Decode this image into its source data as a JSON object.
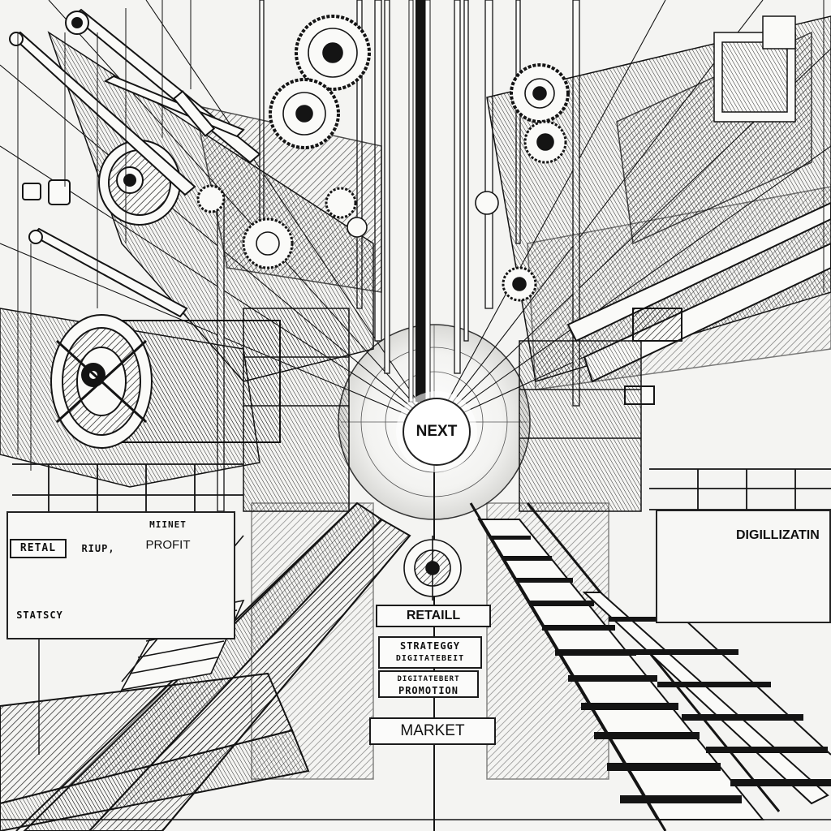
{
  "scene": {
    "description_tone": "monochrome pen-and-ink industrial machinery",
    "ink_color": "#141414",
    "paper_color": "#f4f4f2"
  },
  "center_hub": {
    "label": "NEXT"
  },
  "center_signs": {
    "retail": "RETAILL",
    "strategy": "STRATEGGY",
    "strategy_sub": "DIGITATEBEIT",
    "promotion_top": "DIGITATEBERT",
    "promotion": "PROMOTION",
    "market": "MARKET"
  },
  "left_panel": {
    "retail": "RETAL",
    "rui": "RIUP,",
    "market": "MIINET",
    "profit": "PROFIT",
    "strategy": "STATSCY"
  },
  "right_panel": {
    "digitalization": "DIGILLIZATIN"
  }
}
